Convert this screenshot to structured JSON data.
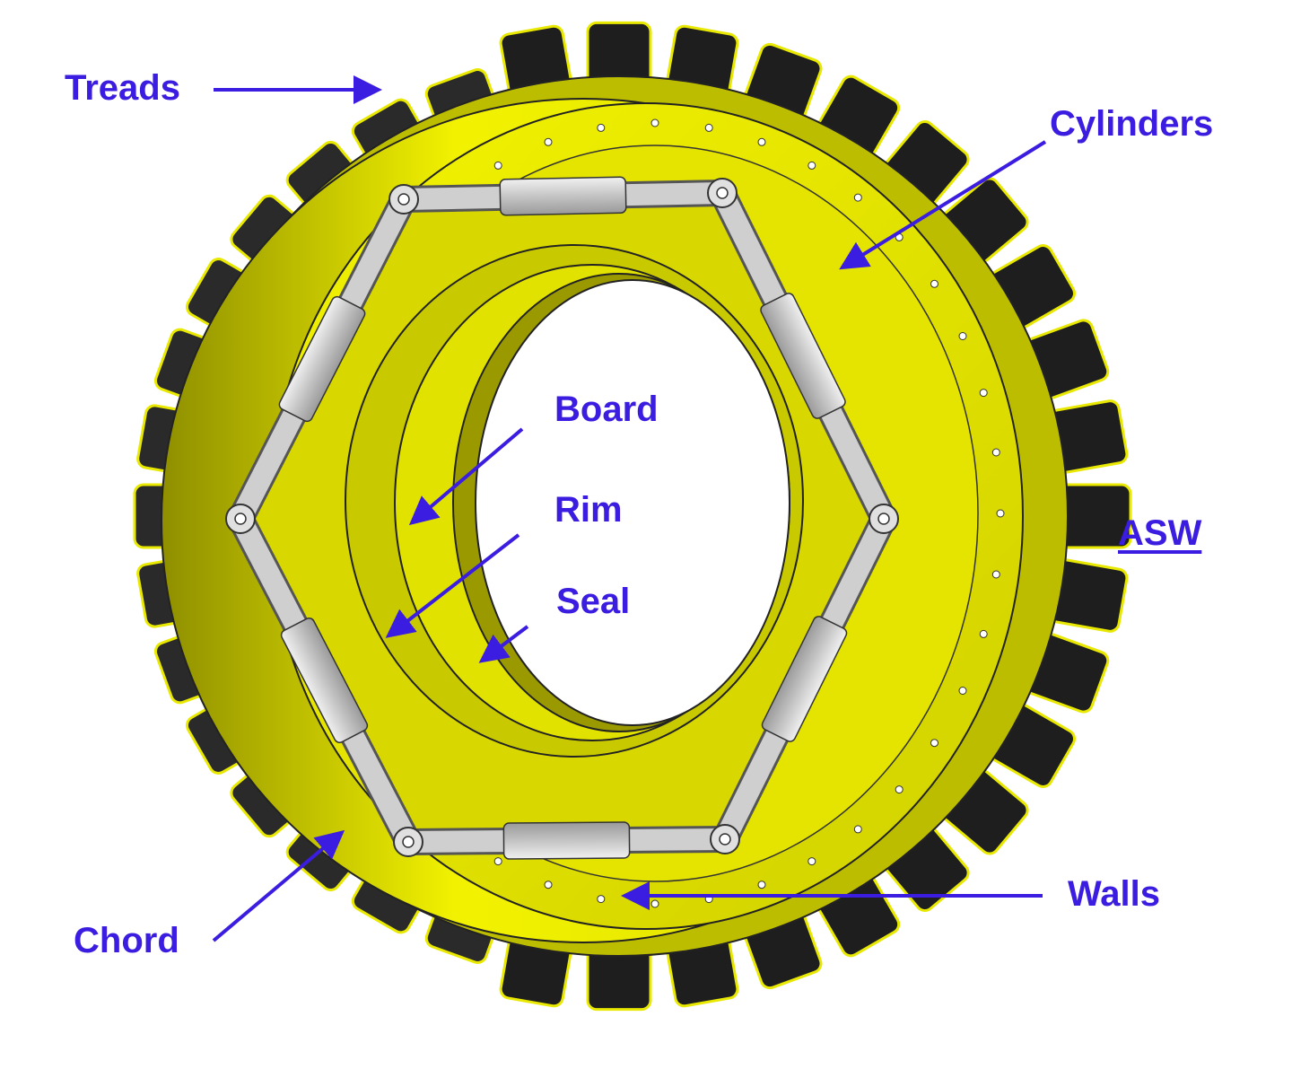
{
  "labels": {
    "treads": "Treads",
    "cylinders": "Cylinders",
    "board": "Board",
    "rim": "Rim",
    "seal": "Seal",
    "asw": "ASW",
    "walls": "Walls",
    "chord": "Chord"
  },
  "colors": {
    "label_text": "#3a1de0",
    "arrow": "#3a1de0",
    "yellow_body": "#e8e800",
    "yellow_dark": "#9a9a00",
    "tread_black": "#1a1a1a",
    "steel": "#c8c8c8",
    "outline": "#222222"
  },
  "icons": {
    "arrow": "arrow-right-icon"
  }
}
